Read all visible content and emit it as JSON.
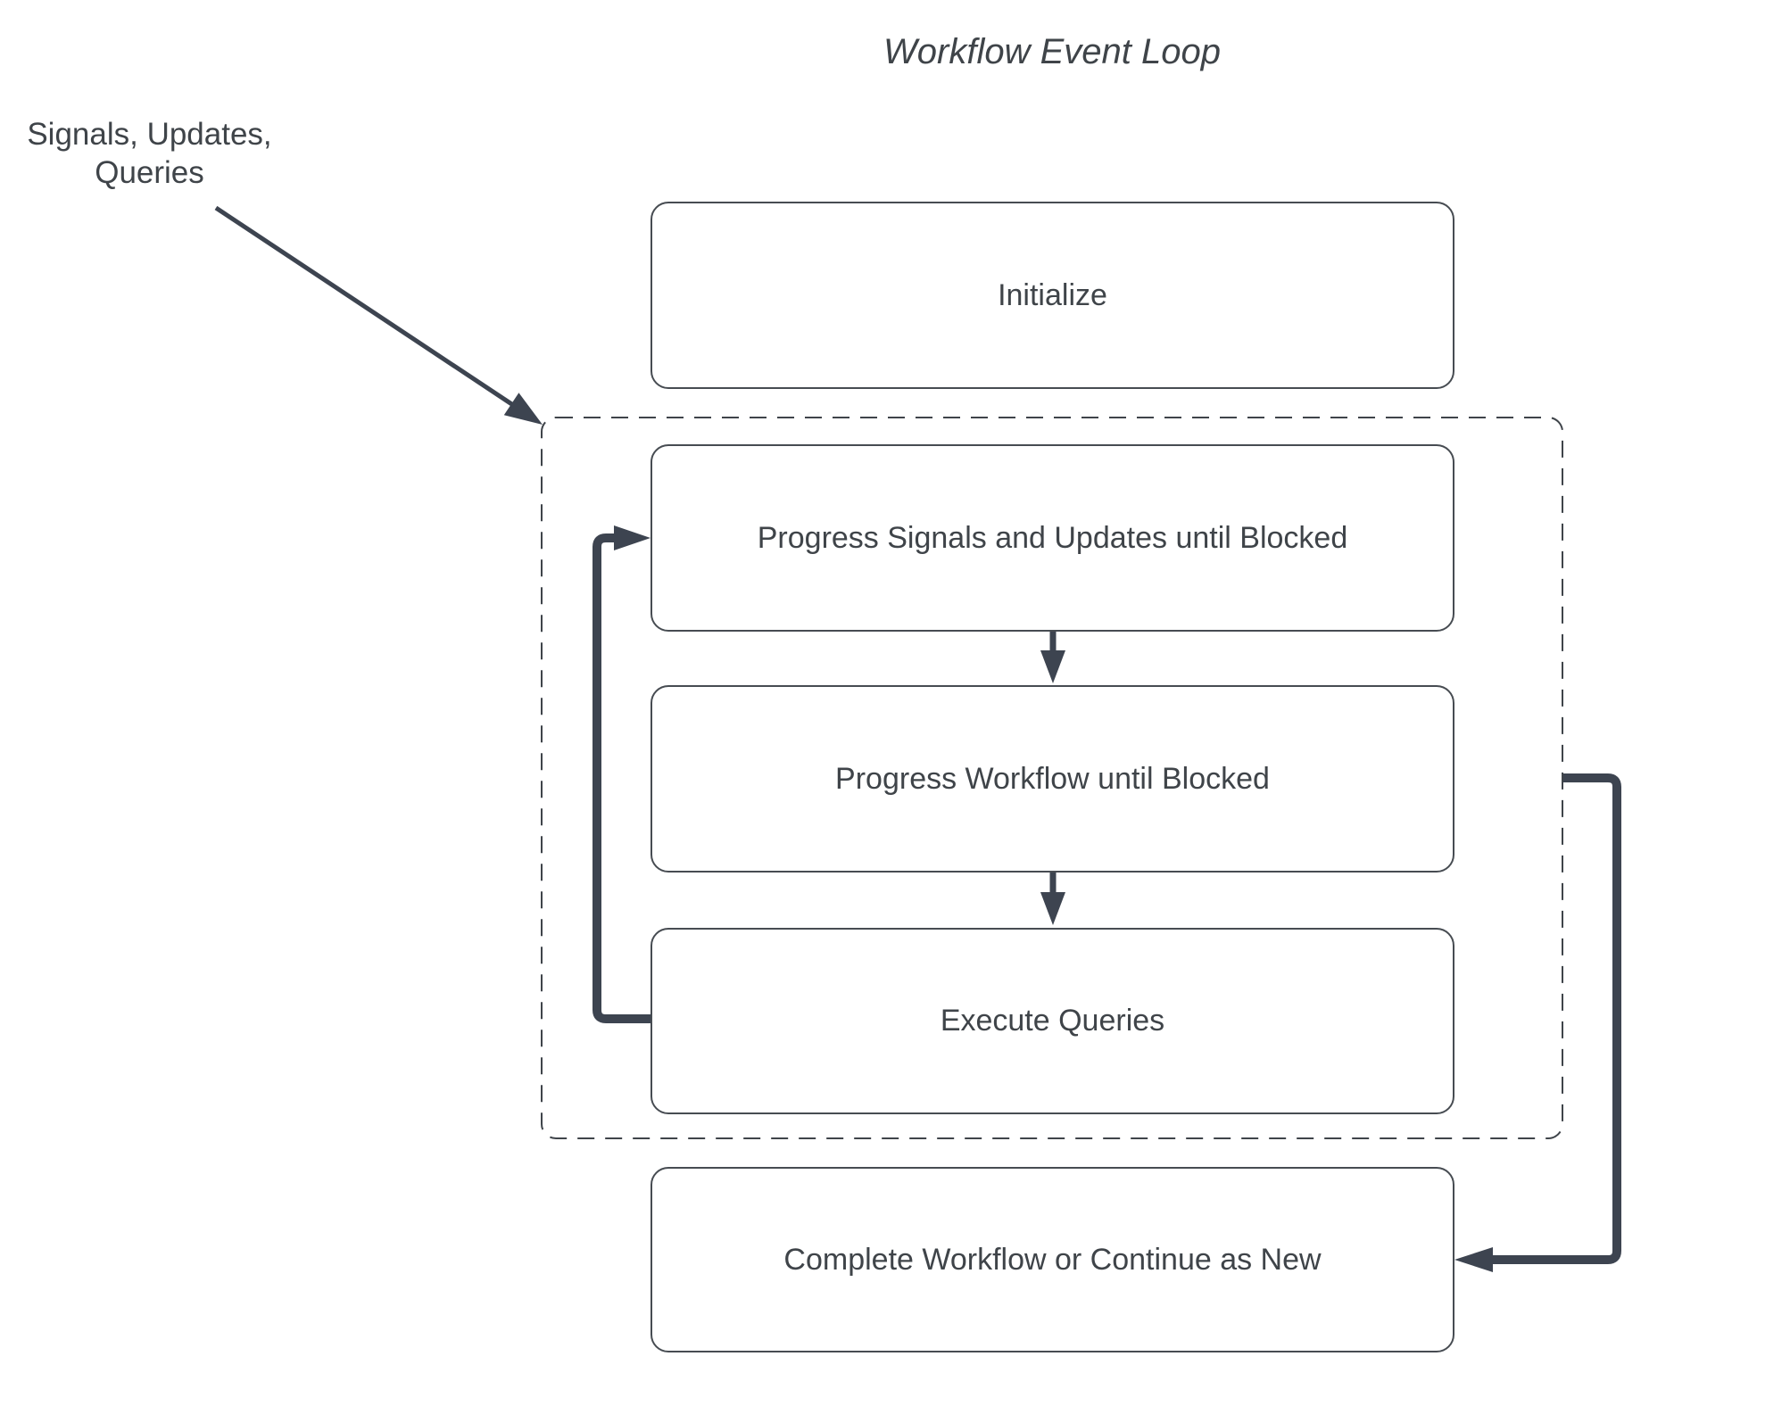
{
  "title": "Workflow Event Loop",
  "annotation": {
    "text": "Signals, Updates,\nQueries"
  },
  "nodes": {
    "initialize": {
      "label": "Initialize"
    },
    "progress_signals": {
      "label": "Progress Signals and Updates until Blocked"
    },
    "progress_workflow": {
      "label": "Progress Workflow until Blocked"
    },
    "execute_queries": {
      "label": "Execute Queries"
    },
    "complete": {
      "label": "Complete Workflow or Continue as New"
    }
  },
  "container": {
    "name": "event-handling-loop"
  },
  "colors": {
    "background": "#ffffff",
    "text": "#3f4449",
    "box_border": "#474c52",
    "dashed_border": "#3f444a",
    "connector": "#3d4450"
  }
}
